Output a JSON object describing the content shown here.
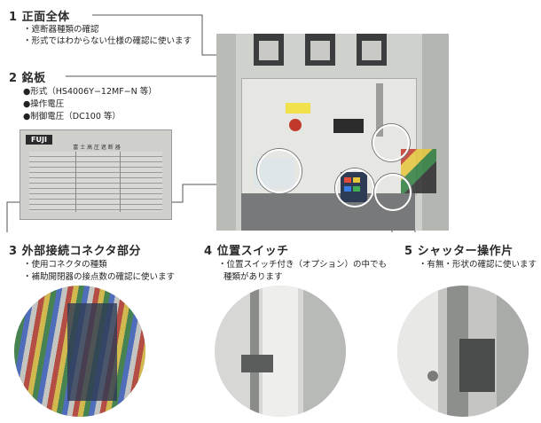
{
  "sections": [
    {
      "id": "front",
      "title": "1 正面全体",
      "notes": [
        "・遮断器種類の確認",
        "・形式ではわからない仕様の確認に使います"
      ]
    },
    {
      "id": "nameplate",
      "title": "2 銘板",
      "notes": [
        "●形式（HS4006Y−12MF−N 等）",
        "●操作電圧",
        "●制御電圧（DC100 等）"
      ]
    },
    {
      "id": "connector",
      "title": "3 外部接続コネクタ部分",
      "notes": [
        "・使用コネクタの種類",
        "・補助開閉器の接点数の確認に使います"
      ]
    },
    {
      "id": "position",
      "title": "4 位置スイッチ",
      "notes": [
        "・位置スイッチ付き（オプション）の中でも",
        "種類があります"
      ]
    },
    {
      "id": "shutter",
      "title": "5 シャッター操作片",
      "notes": [
        "・有無・形状の確認に使います"
      ]
    }
  ],
  "nameplate_text": {
    "brand": "FUJI",
    "heading": "富 士 高 圧 遮 断 器"
  },
  "colors": {
    "line": "#444444",
    "panel": "#e4e5e1",
    "dark": "#3a3c3e"
  }
}
